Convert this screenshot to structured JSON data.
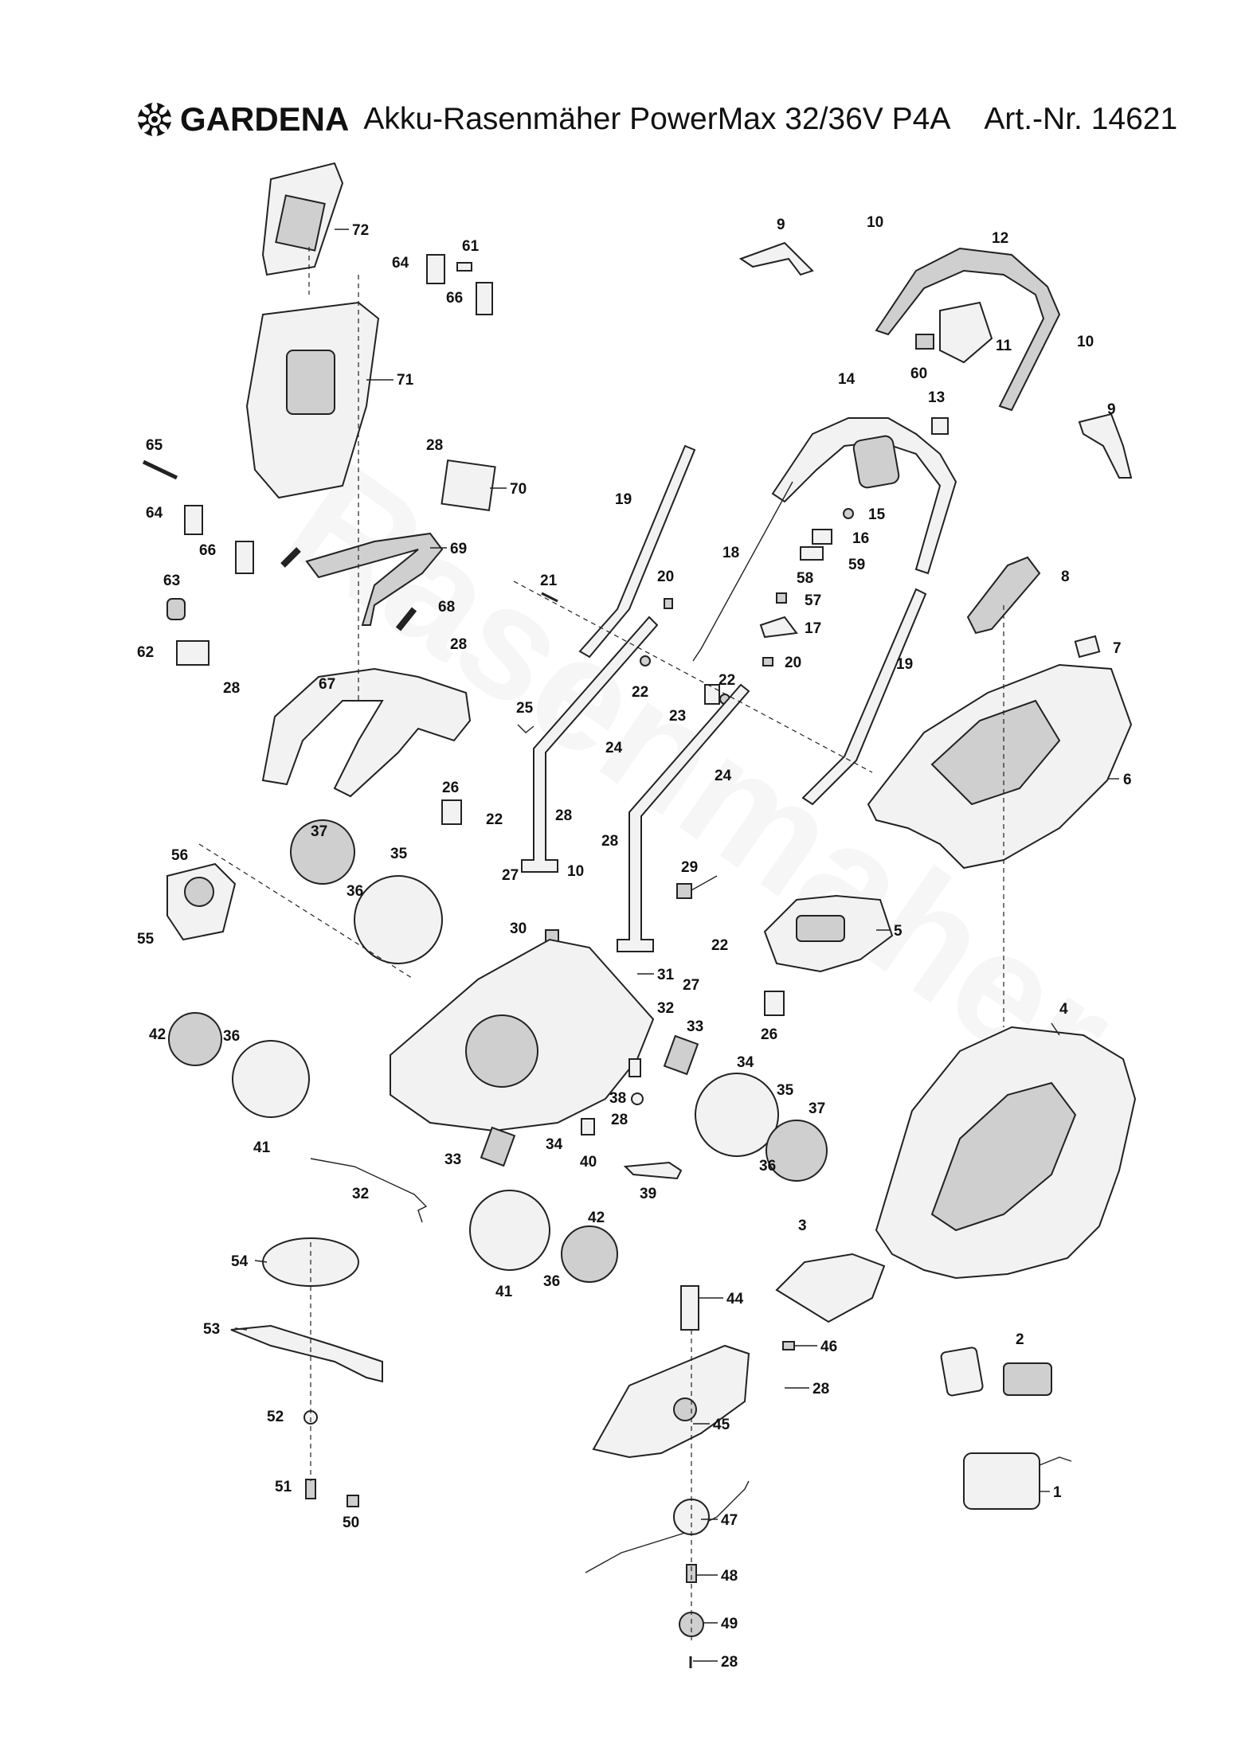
{
  "header": {
    "brand": "GARDENA",
    "model": "Akku-Rasenmäher PowerMax 32/36V P4A",
    "article": "Art.-Nr. 14621"
  },
  "watermark": "Rasenmaher",
  "logo_icon": "gardena-flower-logo-icon",
  "labels": [
    {
      "id": "p72",
      "text": "72"
    },
    {
      "id": "p61",
      "text": "61"
    },
    {
      "id": "p64a",
      "text": "64"
    },
    {
      "id": "p66a",
      "text": "66"
    },
    {
      "id": "p71",
      "text": "71"
    },
    {
      "id": "p65",
      "text": "65"
    },
    {
      "id": "p28a",
      "text": "28"
    },
    {
      "id": "p70",
      "text": "70"
    },
    {
      "id": "p64b",
      "text": "64"
    },
    {
      "id": "p66b",
      "text": "66"
    },
    {
      "id": "p69",
      "text": "69"
    },
    {
      "id": "p63",
      "text": "63"
    },
    {
      "id": "p68",
      "text": "68"
    },
    {
      "id": "p28b",
      "text": "28"
    },
    {
      "id": "p62",
      "text": "62"
    },
    {
      "id": "p28c",
      "text": "28"
    },
    {
      "id": "p67",
      "text": "67"
    },
    {
      "id": "p25",
      "text": "25"
    },
    {
      "id": "p9a",
      "text": "9"
    },
    {
      "id": "p10a",
      "text": "10"
    },
    {
      "id": "p12",
      "text": "12"
    },
    {
      "id": "p11",
      "text": "11"
    },
    {
      "id": "p60",
      "text": "60"
    },
    {
      "id": "p10b",
      "text": "10"
    },
    {
      "id": "p9b",
      "text": "9"
    },
    {
      "id": "p14",
      "text": "14"
    },
    {
      "id": "p13",
      "text": "13"
    },
    {
      "id": "p19a",
      "text": "19"
    },
    {
      "id": "p15",
      "text": "15"
    },
    {
      "id": "p16",
      "text": "16"
    },
    {
      "id": "p18",
      "text": "18"
    },
    {
      "id": "p59",
      "text": "59"
    },
    {
      "id": "p58",
      "text": "58"
    },
    {
      "id": "p8",
      "text": "8"
    },
    {
      "id": "p21",
      "text": "21"
    },
    {
      "id": "p20a",
      "text": "20"
    },
    {
      "id": "p57",
      "text": "57"
    },
    {
      "id": "p17",
      "text": "17"
    },
    {
      "id": "p7",
      "text": "7"
    },
    {
      "id": "p20b",
      "text": "20"
    },
    {
      "id": "p19b",
      "text": "19"
    },
    {
      "id": "p22a",
      "text": "22"
    },
    {
      "id": "p22b",
      "text": "22"
    },
    {
      "id": "p23",
      "text": "23"
    },
    {
      "id": "p24a",
      "text": "24"
    },
    {
      "id": "p24b",
      "text": "24"
    },
    {
      "id": "p6",
      "text": "6"
    },
    {
      "id": "p26a",
      "text": "26"
    },
    {
      "id": "p22c",
      "text": "22"
    },
    {
      "id": "p28d",
      "text": "28"
    },
    {
      "id": "p28e",
      "text": "28"
    },
    {
      "id": "p37a",
      "text": "37"
    },
    {
      "id": "p35a",
      "text": "35"
    },
    {
      "id": "p27a",
      "text": "27"
    },
    {
      "id": "p10c",
      "text": "10"
    },
    {
      "id": "p29",
      "text": "29"
    },
    {
      "id": "p56",
      "text": "56"
    },
    {
      "id": "p36a",
      "text": "36"
    },
    {
      "id": "p30",
      "text": "30"
    },
    {
      "id": "p5",
      "text": "5"
    },
    {
      "id": "p55",
      "text": "55"
    },
    {
      "id": "p22d",
      "text": "22"
    },
    {
      "id": "p31",
      "text": "31"
    },
    {
      "id": "p27b",
      "text": "27"
    },
    {
      "id": "p4",
      "text": "4"
    },
    {
      "id": "p32a",
      "text": "32"
    },
    {
      "id": "p33a",
      "text": "33"
    },
    {
      "id": "p26b",
      "text": "26"
    },
    {
      "id": "p42a",
      "text": "42"
    },
    {
      "id": "p36b",
      "text": "36"
    },
    {
      "id": "p34a",
      "text": "34"
    },
    {
      "id": "p35b",
      "text": "35"
    },
    {
      "id": "p37b",
      "text": "37"
    },
    {
      "id": "p38",
      "text": "38"
    },
    {
      "id": "p28f",
      "text": "28"
    },
    {
      "id": "p41a",
      "text": "41"
    },
    {
      "id": "p33b",
      "text": "33"
    },
    {
      "id": "p34b",
      "text": "34"
    },
    {
      "id": "p40",
      "text": "40"
    },
    {
      "id": "p36c",
      "text": "36"
    },
    {
      "id": "p32b",
      "text": "32"
    },
    {
      "id": "p39",
      "text": "39"
    },
    {
      "id": "p42b",
      "text": "42"
    },
    {
      "id": "p3",
      "text": "3"
    },
    {
      "id": "p54",
      "text": "54"
    },
    {
      "id": "p41b",
      "text": "41"
    },
    {
      "id": "p36d",
      "text": "36"
    },
    {
      "id": "p44",
      "text": "44"
    },
    {
      "id": "p53",
      "text": "53"
    },
    {
      "id": "p46",
      "text": "46"
    },
    {
      "id": "p2",
      "text": "2"
    },
    {
      "id": "p28g",
      "text": "28"
    },
    {
      "id": "p52",
      "text": "52"
    },
    {
      "id": "p45",
      "text": "45"
    },
    {
      "id": "p51",
      "text": "51"
    },
    {
      "id": "p1",
      "text": "1"
    },
    {
      "id": "p50",
      "text": "50"
    },
    {
      "id": "p47",
      "text": "47"
    },
    {
      "id": "p48",
      "text": "48"
    },
    {
      "id": "p49",
      "text": "49"
    },
    {
      "id": "p28h",
      "text": "28"
    }
  ]
}
